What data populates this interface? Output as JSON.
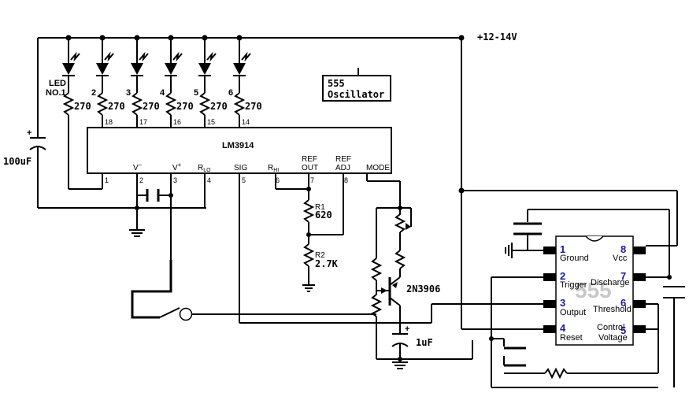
{
  "supply_label": "+12-14V",
  "led_labels": [
    "LED NO.1",
    "2",
    "3",
    "4",
    "5",
    "6"
  ],
  "led_label_line2": "NO.1",
  "led_label_line1": "LED",
  "resistor_270": "270",
  "top_pins": [
    "18",
    "17",
    "16",
    "15",
    "14"
  ],
  "lm3914": {
    "name": "LM3914",
    "pins": [
      {
        "num": "1",
        "label": ""
      },
      {
        "num": "2",
        "label": "V-"
      },
      {
        "num": "3",
        "label": "V+"
      },
      {
        "num": "4",
        "label": "RLO"
      },
      {
        "num": "5",
        "label": "SIG"
      },
      {
        "num": "6",
        "label": "RHI"
      },
      {
        "num": "7",
        "label": "REF OUT"
      },
      {
        "num": "8",
        "label": "REF ADJ"
      },
      {
        "num": "",
        "label": "MODE"
      }
    ],
    "ref_out_l1": "REF",
    "ref_out_l2": "OUT",
    "ref_adj_l1": "REF",
    "ref_adj_l2": "ADJ",
    "v_minus": "V",
    "v_plus": "V",
    "r_lo": "R",
    "r_lo_sub": "LO",
    "r_hi": "R",
    "r_hi_sub": "HI",
    "sig": "SIG",
    "mode": "MODE"
  },
  "cap_100uf": "100uF",
  "cap_1uf": "1uF",
  "r1_name": "R1",
  "r1_value": "620",
  "r2_name": "R2",
  "r2_value": "2.7K",
  "transistor": "2N3906",
  "osc_box_l1": "555",
  "osc_box_l2": "Oscillator",
  "chip555": {
    "watermark": "555",
    "pins_left": [
      {
        "num": "1",
        "label": "Ground"
      },
      {
        "num": "2",
        "label": "Trigger"
      },
      {
        "num": "3",
        "label": "Output"
      },
      {
        "num": "4",
        "label": "Reset"
      }
    ],
    "pins_right": [
      {
        "num": "8",
        "label": "Vcc"
      },
      {
        "num": "7",
        "label": "Discharge"
      },
      {
        "num": "6",
        "label": "Threshold"
      },
      {
        "num": "5",
        "label": "Control"
      }
    ],
    "control_l2": "Voltage"
  }
}
